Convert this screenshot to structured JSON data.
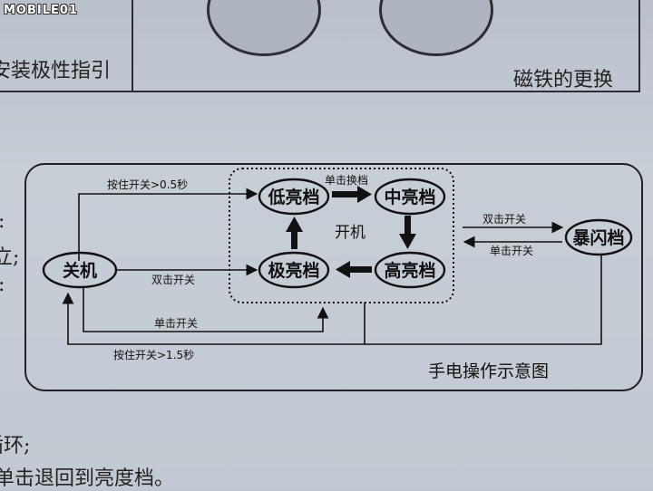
{
  "watermark": "MOBILE01",
  "top": {
    "left_label": "安装极性指引",
    "right_label": "磁铁的更换"
  },
  "side_fragments": {
    "colon_1": ":",
    "frag_li": "立;",
    "colon_2": ":",
    "frag_huan": "循环;",
    "frag_bottom": "单击退回到亮度档。"
  },
  "diagram": {
    "caption": "手电操作示意图",
    "group_label": "开机",
    "nodes": {
      "off": "关机",
      "low": "低亮档",
      "mid": "中亮档",
      "high": "高亮档",
      "max": "极亮档",
      "strobe": "暴闪档"
    },
    "edges": {
      "hold_short": "按住开关>0.5秒",
      "single_switch": "单击换档",
      "double_to_max": "双击开关",
      "double_to_strobe": "双击开关",
      "single_from_strobe": "单击开关",
      "single_to_group": "单击开关",
      "hold_long": "按住开关>1.5秒"
    }
  }
}
